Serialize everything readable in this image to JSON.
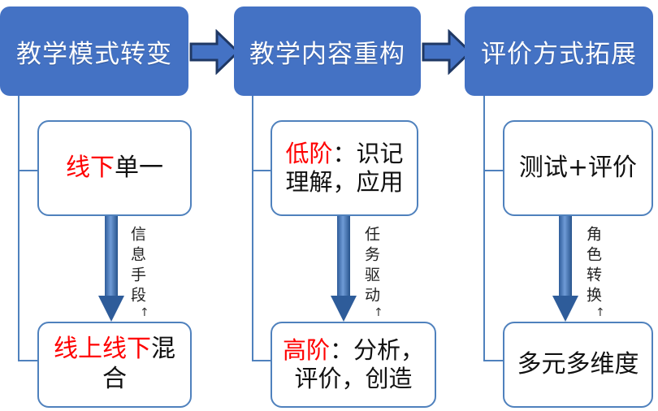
{
  "diagram": {
    "title_row": [
      {
        "id": "col1",
        "label": "教学模式转变"
      },
      {
        "id": "col2",
        "label": "教学内容重构"
      },
      {
        "id": "col3",
        "label": "评价方式拓展"
      }
    ],
    "connector_arrows": [
      {
        "id": "arrow-1-2",
        "glyph": "right-block-arrow"
      },
      {
        "id": "arrow-2-3",
        "glyph": "right-block-arrow"
      }
    ],
    "columns": [
      {
        "id": "col1",
        "header": "教学模式转变",
        "upper_card": {
          "red_text": "线下",
          "black_text": "单一"
        },
        "flow_label": "信息手段",
        "flow_tick": "↑",
        "lower_card": {
          "red_text": "线上线下",
          "black_text": "混合"
        }
      },
      {
        "id": "col2",
        "header": "教学内容重构",
        "upper_card": {
          "red_text": "低阶",
          "black_text": "：识记理解，应用"
        },
        "flow_label": "任务驱动",
        "flow_tick": "↑",
        "lower_card": {
          "red_text": "高阶",
          "black_text": "：分析，评价，创造"
        }
      },
      {
        "id": "col3",
        "header": "评价方式拓展",
        "upper_card": {
          "red_text": "",
          "black_text": "测试+评价"
        },
        "flow_label": "角色转换",
        "flow_tick": "↑",
        "lower_card": {
          "red_text": "",
          "black_text": "多元多维度"
        }
      }
    ],
    "colors": {
      "header_fill": "#4472C4",
      "header_text": "#FFFFFF",
      "card_border": "#4F81BD",
      "card_fill": "#FFFFFF",
      "accent_red": "#FF0000",
      "arrow_outline": "#1F3864",
      "arrow_fill": "#4472C4",
      "down_arrow": "#2E5C9A"
    }
  }
}
